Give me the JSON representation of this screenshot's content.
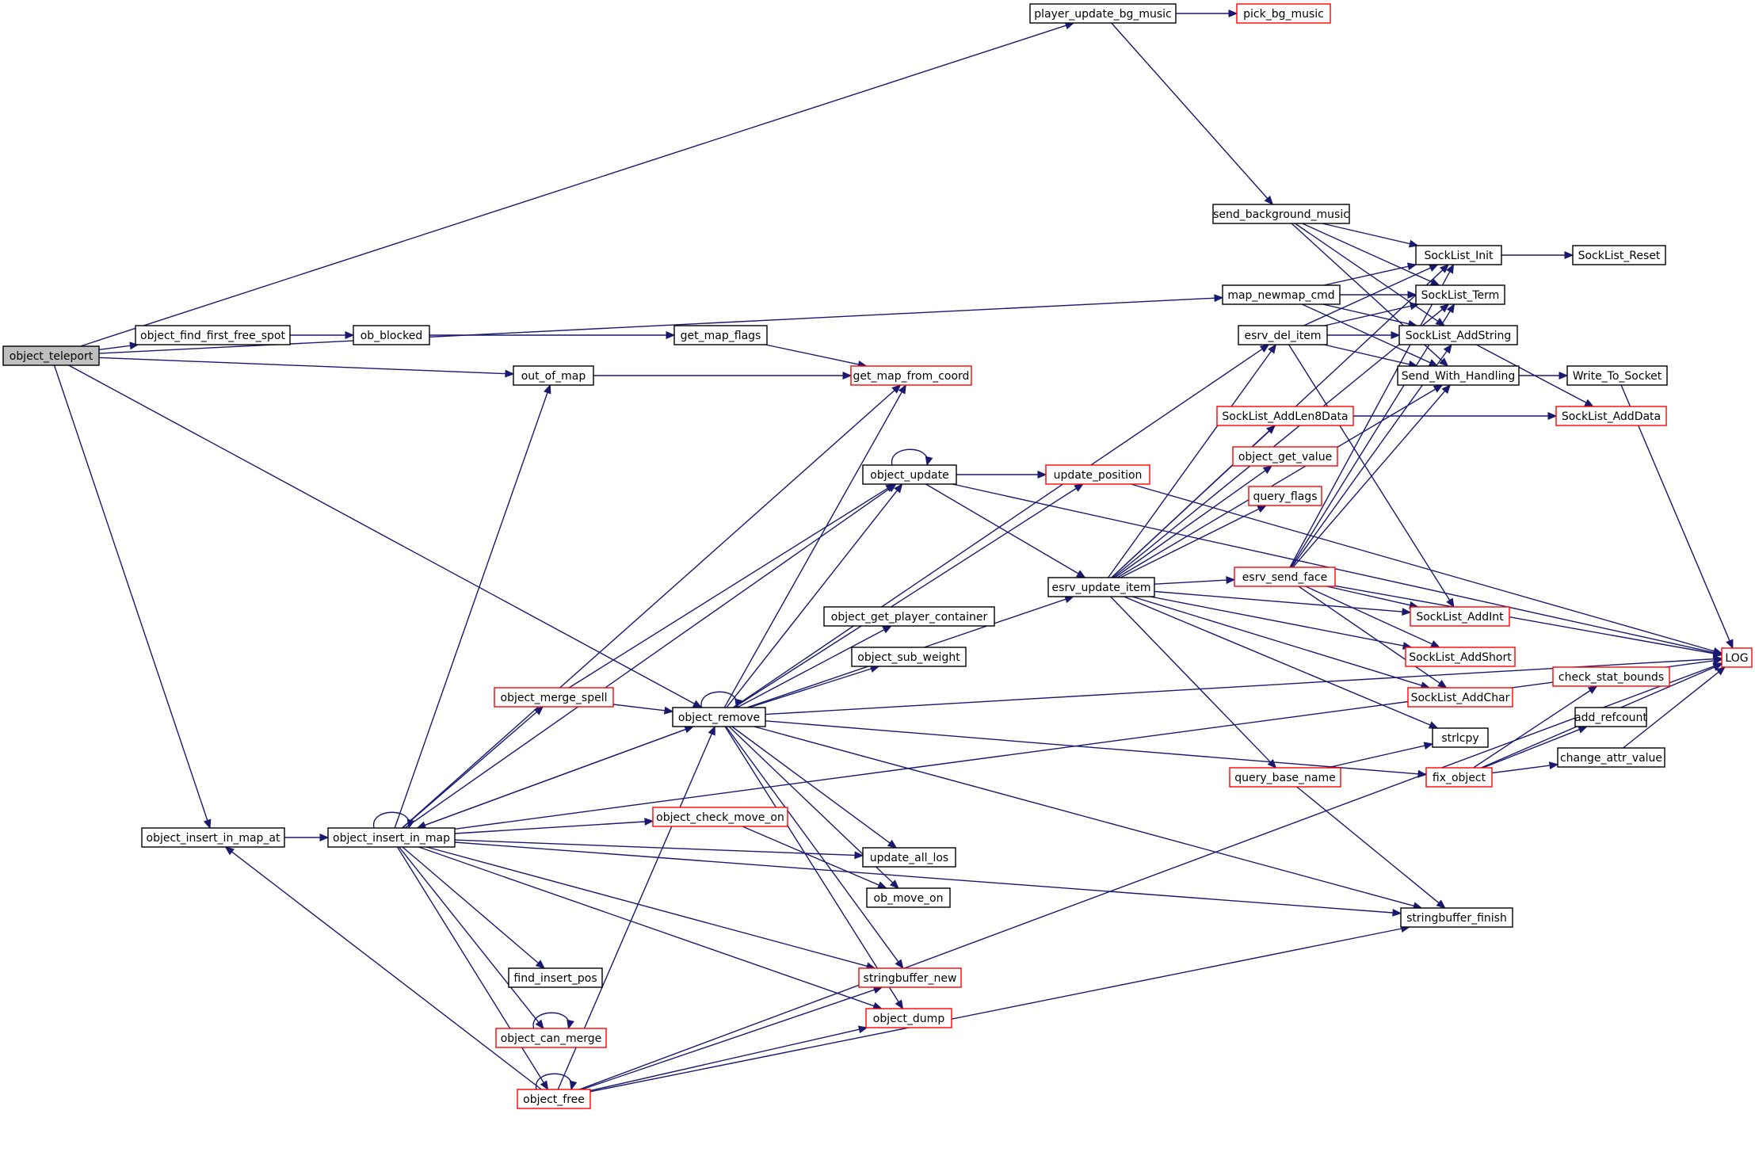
{
  "graph": {
    "colors": {
      "edge": "#191970",
      "node_border": "#000000",
      "truncated_border": "#ff0000",
      "root_fill": "#bfbfbf",
      "node_fill": "#ffffff"
    },
    "nodes": [
      {
        "id": "object_teleport",
        "label": "object_teleport",
        "style": "root"
      },
      {
        "id": "player_update_bg_music",
        "label": "player_update_bg_music",
        "style": "normal"
      },
      {
        "id": "pick_bg_music",
        "label": "pick_bg_music",
        "style": "truncated"
      },
      {
        "id": "object_find_first_free_spot",
        "label": "object_find_first_free_spot",
        "style": "normal"
      },
      {
        "id": "ob_blocked",
        "label": "ob_blocked",
        "style": "normal"
      },
      {
        "id": "get_map_flags",
        "label": "get_map_flags",
        "style": "normal"
      },
      {
        "id": "get_map_from_coord",
        "label": "get_map_from_coord",
        "style": "truncated"
      },
      {
        "id": "out_of_map",
        "label": "out_of_map",
        "style": "normal"
      },
      {
        "id": "map_newmap_cmd",
        "label": "map_newmap_cmd",
        "style": "normal"
      },
      {
        "id": "send_background_music",
        "label": "send_background_music",
        "style": "normal"
      },
      {
        "id": "SockList_Init",
        "label": "SockList_Init",
        "style": "normal"
      },
      {
        "id": "SockList_Reset",
        "label": "SockList_Reset",
        "style": "normal"
      },
      {
        "id": "SockList_Term",
        "label": "SockList_Term",
        "style": "normal"
      },
      {
        "id": "esrv_del_item",
        "label": "esrv_del_item",
        "style": "normal"
      },
      {
        "id": "SockList_AddString",
        "label": "SockList_AddString",
        "style": "normal"
      },
      {
        "id": "Send_With_Handling",
        "label": "Send_With_Handling",
        "style": "normal"
      },
      {
        "id": "Write_To_Socket",
        "label": "Write_To_Socket",
        "style": "normal"
      },
      {
        "id": "SockList_AddLen8Data",
        "label": "SockList_AddLen8Data",
        "style": "truncated"
      },
      {
        "id": "SockList_AddData",
        "label": "SockList_AddData",
        "style": "truncated"
      },
      {
        "id": "object_get_value",
        "label": "object_get_value",
        "style": "truncated"
      },
      {
        "id": "query_flags",
        "label": "query_flags",
        "style": "truncated"
      },
      {
        "id": "object_update",
        "label": "object_update",
        "style": "normal"
      },
      {
        "id": "update_position",
        "label": "update_position",
        "style": "truncated"
      },
      {
        "id": "esrv_update_item",
        "label": "esrv_update_item",
        "style": "normal"
      },
      {
        "id": "esrv_send_face",
        "label": "esrv_send_face",
        "style": "truncated"
      },
      {
        "id": "SockList_AddInt",
        "label": "SockList_AddInt",
        "style": "truncated"
      },
      {
        "id": "SockList_AddShort",
        "label": "SockList_AddShort",
        "style": "truncated"
      },
      {
        "id": "SockList_AddChar",
        "label": "SockList_AddChar",
        "style": "truncated"
      },
      {
        "id": "LOG",
        "label": "LOG",
        "style": "truncated"
      },
      {
        "id": "object_get_player_container",
        "label": "object_get_player_container",
        "style": "normal"
      },
      {
        "id": "object_sub_weight",
        "label": "object_sub_weight",
        "style": "normal"
      },
      {
        "id": "object_merge_spell",
        "label": "object_merge_spell",
        "style": "truncated"
      },
      {
        "id": "object_remove",
        "label": "object_remove",
        "style": "normal"
      },
      {
        "id": "check_stat_bounds",
        "label": "check_stat_bounds",
        "style": "truncated"
      },
      {
        "id": "add_refcount",
        "label": "add_refcount",
        "style": "normal"
      },
      {
        "id": "strlcpy",
        "label": "strlcpy",
        "style": "normal"
      },
      {
        "id": "query_base_name",
        "label": "query_base_name",
        "style": "truncated"
      },
      {
        "id": "fix_object",
        "label": "fix_object",
        "style": "truncated"
      },
      {
        "id": "change_attr_value",
        "label": "change_attr_value",
        "style": "normal"
      },
      {
        "id": "object_insert_in_map_at",
        "label": "object_insert_in_map_at",
        "style": "normal"
      },
      {
        "id": "object_insert_in_map",
        "label": "object_insert_in_map",
        "style": "normal"
      },
      {
        "id": "object_check_move_on",
        "label": "object_check_move_on",
        "style": "truncated"
      },
      {
        "id": "update_all_los",
        "label": "update_all_los",
        "style": "normal"
      },
      {
        "id": "ob_move_on",
        "label": "ob_move_on",
        "style": "normal"
      },
      {
        "id": "stringbuffer_finish",
        "label": "stringbuffer_finish",
        "style": "normal"
      },
      {
        "id": "find_insert_pos",
        "label": "find_insert_pos",
        "style": "normal"
      },
      {
        "id": "stringbuffer_new",
        "label": "stringbuffer_new",
        "style": "truncated"
      },
      {
        "id": "object_dump",
        "label": "object_dump",
        "style": "truncated"
      },
      {
        "id": "object_can_merge",
        "label": "object_can_merge",
        "style": "truncated"
      },
      {
        "id": "object_free",
        "label": "object_free",
        "style": "truncated"
      }
    ],
    "edges": [
      [
        "object_teleport",
        "player_update_bg_music"
      ],
      [
        "object_teleport",
        "object_find_first_free_spot"
      ],
      [
        "object_teleport",
        "map_newmap_cmd"
      ],
      [
        "object_teleport",
        "out_of_map"
      ],
      [
        "object_teleport",
        "object_remove"
      ],
      [
        "object_teleport",
        "object_insert_in_map_at"
      ],
      [
        "player_update_bg_music",
        "pick_bg_music"
      ],
      [
        "player_update_bg_music",
        "send_background_music"
      ],
      [
        "object_find_first_free_spot",
        "ob_blocked"
      ],
      [
        "ob_blocked",
        "get_map_flags"
      ],
      [
        "get_map_flags",
        "get_map_from_coord"
      ],
      [
        "out_of_map",
        "get_map_from_coord"
      ],
      [
        "map_newmap_cmd",
        "SockList_Init"
      ],
      [
        "map_newmap_cmd",
        "SockList_Term"
      ],
      [
        "map_newmap_cmd",
        "SockList_AddString"
      ],
      [
        "map_newmap_cmd",
        "Send_With_Handling"
      ],
      [
        "send_background_music",
        "SockList_Init"
      ],
      [
        "send_background_music",
        "SockList_Term"
      ],
      [
        "send_background_music",
        "SockList_AddString"
      ],
      [
        "send_background_music",
        "Send_With_Handling"
      ],
      [
        "SockList_Init",
        "SockList_Reset"
      ],
      [
        "SockList_AddString",
        "SockList_AddData"
      ],
      [
        "esrv_del_item",
        "SockList_Init"
      ],
      [
        "esrv_del_item",
        "SockList_Term"
      ],
      [
        "esrv_del_item",
        "SockList_AddString"
      ],
      [
        "esrv_del_item",
        "Send_With_Handling"
      ],
      [
        "esrv_del_item",
        "SockList_AddInt"
      ],
      [
        "Send_With_Handling",
        "Write_To_Socket"
      ],
      [
        "Write_To_Socket",
        "LOG"
      ],
      [
        "SockList_AddLen8Data",
        "SockList_AddData"
      ],
      [
        "object_update",
        "object_update"
      ],
      [
        "object_update",
        "update_position"
      ],
      [
        "object_update",
        "esrv_update_item"
      ],
      [
        "object_update",
        "LOG"
      ],
      [
        "update_position",
        "LOG"
      ],
      [
        "esrv_update_item",
        "esrv_del_item"
      ],
      [
        "esrv_update_item",
        "SockList_AddLen8Data"
      ],
      [
        "esrv_update_item",
        "object_get_value"
      ],
      [
        "esrv_update_item",
        "query_flags"
      ],
      [
        "esrv_update_item",
        "esrv_send_face"
      ],
      [
        "esrv_update_item",
        "SockList_AddInt"
      ],
      [
        "esrv_update_item",
        "SockList_AddShort"
      ],
      [
        "esrv_update_item",
        "SockList_AddChar"
      ],
      [
        "esrv_update_item",
        "strlcpy"
      ],
      [
        "esrv_update_item",
        "query_base_name"
      ],
      [
        "esrv_update_item",
        "Send_With_Handling"
      ],
      [
        "esrv_update_item",
        "SockList_Init"
      ],
      [
        "esrv_update_item",
        "SockList_Term"
      ],
      [
        "esrv_send_face",
        "SockList_Init"
      ],
      [
        "esrv_send_face",
        "SockList_Term"
      ],
      [
        "esrv_send_face",
        "SockList_AddString"
      ],
      [
        "esrv_send_face",
        "Send_With_Handling"
      ],
      [
        "esrv_send_face",
        "SockList_AddInt"
      ],
      [
        "esrv_send_face",
        "SockList_AddShort"
      ],
      [
        "esrv_send_face",
        "SockList_AddChar"
      ],
      [
        "esrv_send_face",
        "LOG"
      ],
      [
        "query_base_name",
        "strlcpy"
      ],
      [
        "query_base_name",
        "stringbuffer_finish"
      ],
      [
        "fix_object",
        "check_stat_bounds"
      ],
      [
        "fix_object",
        "add_refcount"
      ],
      [
        "fix_object",
        "change_attr_value"
      ],
      [
        "fix_object",
        "LOG"
      ],
      [
        "change_attr_value",
        "LOG"
      ],
      [
        "object_merge_spell",
        "object_remove"
      ],
      [
        "object_merge_spell",
        "object_update"
      ],
      [
        "object_remove",
        "object_remove"
      ],
      [
        "object_remove",
        "get_map_from_coord"
      ],
      [
        "object_remove",
        "object_update"
      ],
      [
        "object_remove",
        "update_position"
      ],
      [
        "object_remove",
        "esrv_del_item"
      ],
      [
        "object_remove",
        "object_get_player_container"
      ],
      [
        "object_remove",
        "object_sub_weight"
      ],
      [
        "object_remove",
        "esrv_update_item"
      ],
      [
        "object_remove",
        "fix_object"
      ],
      [
        "object_remove",
        "object_insert_in_map"
      ],
      [
        "object_remove",
        "update_all_los"
      ],
      [
        "object_remove",
        "ob_move_on"
      ],
      [
        "object_remove",
        "stringbuffer_finish"
      ],
      [
        "object_remove",
        "stringbuffer_new"
      ],
      [
        "object_remove",
        "object_dump"
      ],
      [
        "object_remove",
        "LOG"
      ],
      [
        "object_insert_in_map_at",
        "object_insert_in_map"
      ],
      [
        "object_insert_in_map",
        "object_insert_in_map"
      ],
      [
        "object_insert_in_map",
        "out_of_map"
      ],
      [
        "object_insert_in_map",
        "get_map_from_coord"
      ],
      [
        "object_insert_in_map",
        "object_update"
      ],
      [
        "object_insert_in_map",
        "object_merge_spell"
      ],
      [
        "object_insert_in_map",
        "object_remove"
      ],
      [
        "object_insert_in_map",
        "object_check_move_on"
      ],
      [
        "object_insert_in_map",
        "update_all_los"
      ],
      [
        "object_insert_in_map",
        "stringbuffer_finish"
      ],
      [
        "object_insert_in_map",
        "find_insert_pos"
      ],
      [
        "object_insert_in_map",
        "stringbuffer_new"
      ],
      [
        "object_insert_in_map",
        "object_dump"
      ],
      [
        "object_insert_in_map",
        "object_can_merge"
      ],
      [
        "object_insert_in_map",
        "object_free"
      ],
      [
        "object_insert_in_map",
        "LOG"
      ],
      [
        "object_check_move_on",
        "ob_move_on"
      ],
      [
        "object_can_merge",
        "object_can_merge"
      ],
      [
        "object_free",
        "object_free"
      ],
      [
        "object_free",
        "object_insert_in_map_at"
      ],
      [
        "object_free",
        "object_remove"
      ],
      [
        "object_free",
        "stringbuffer_new"
      ],
      [
        "object_free",
        "object_dump"
      ],
      [
        "object_free",
        "stringbuffer_finish"
      ],
      [
        "object_free",
        "LOG"
      ]
    ]
  }
}
